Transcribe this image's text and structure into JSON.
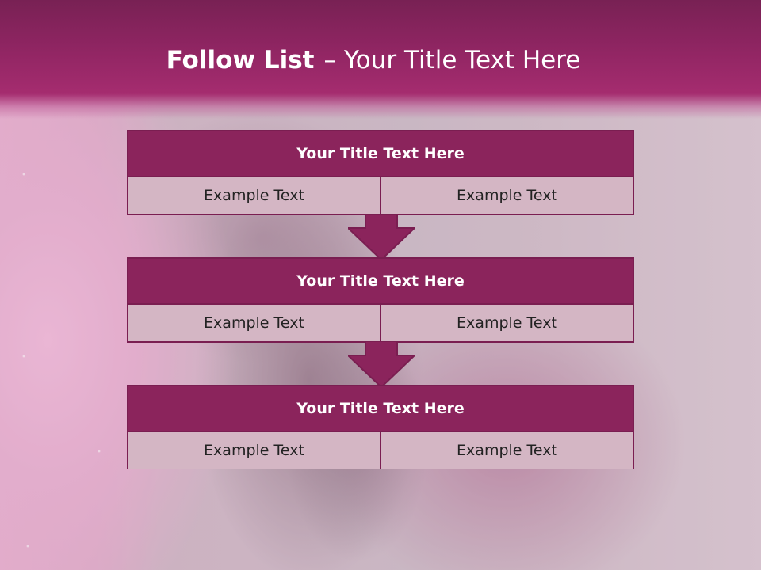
{
  "header": {
    "title_bold": "Follow List",
    "title_separator": "–",
    "title_light": "Your Title Text Here"
  },
  "steps": [
    {
      "title": "Your Title Text Here",
      "left": "Example Text",
      "right": "Example Text"
    },
    {
      "title": "Your Title Text Here",
      "left": "Example Text",
      "right": "Example Text"
    },
    {
      "title": "Your Title Text Here",
      "left": "Example Text",
      "right": "Example Text"
    }
  ],
  "icons": {
    "connector": "down-arrow-icon"
  },
  "colors": {
    "header_band": "#8f2562",
    "box_title_fill": "#8b245c",
    "box_border": "#7a1e51",
    "cell_fill": "#d4b6c4",
    "arrow_fill": "#8b245c"
  }
}
